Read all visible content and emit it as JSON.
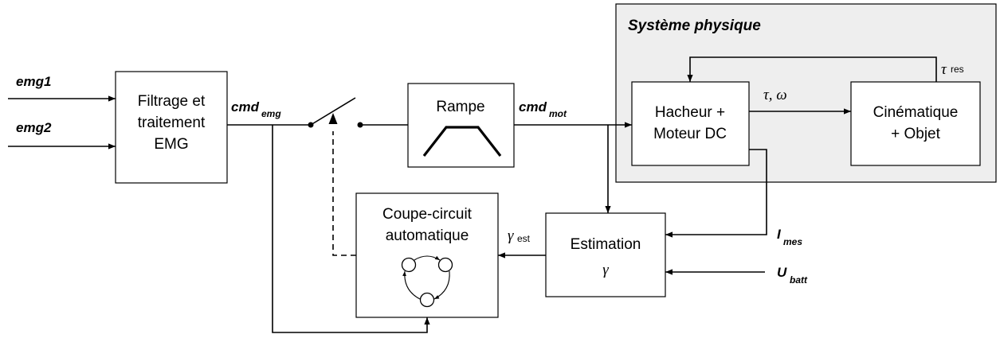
{
  "diagram": {
    "inputs": {
      "emg1": "emg1",
      "emg2": "emg2",
      "i_mes_main": "I",
      "i_mes_sub": "mes",
      "u_batt_main": "U",
      "u_batt_sub": "batt"
    },
    "signals": {
      "cmd_emg_main": "cmd",
      "cmd_emg_sub": "emg",
      "cmd_mot_main": "cmd",
      "cmd_mot_sub": "mot",
      "gamma_est_main": "γ",
      "gamma_est_sub": "est",
      "tau_omega": "τ, ω",
      "tau_res_main": "τ",
      "tau_res_sub": "res"
    },
    "blocks": {
      "filtrage": [
        "Filtrage et",
        "traitement",
        "EMG"
      ],
      "rampe": "Rampe",
      "hacheur": [
        "Hacheur +",
        "Moteur DC"
      ],
      "cinematique": [
        "Cinématique",
        "+ Objet"
      ],
      "coupe_circuit": [
        "Coupe-circuit",
        "automatique"
      ],
      "estimation": "Estimation",
      "estimation_symbol": "γ"
    },
    "physical_system_title": "Système physique",
    "colors": {
      "physical_system_bg": "#eeeeee",
      "line": "#000000",
      "block_bg": "#ffffff"
    },
    "icons": [
      "state-machine-icon",
      "ramp-icon",
      "switch-icon"
    ]
  }
}
